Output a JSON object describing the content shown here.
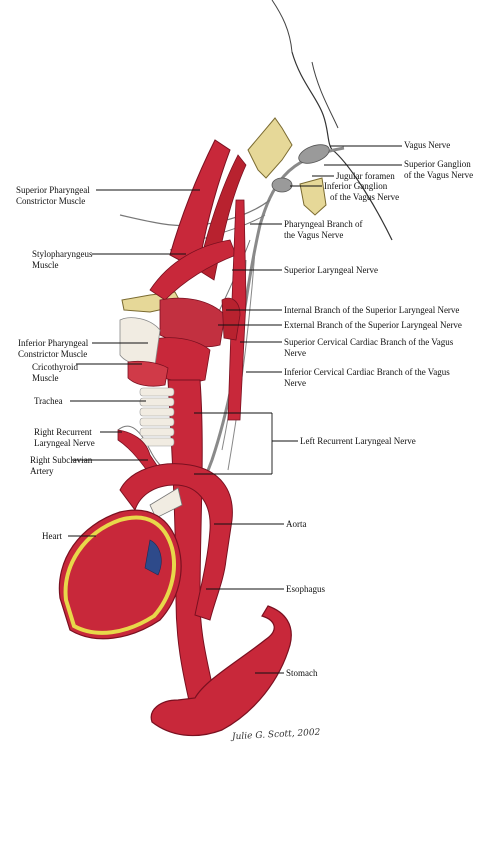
{
  "labels": {
    "vagus_nerve": "Vagus Nerve",
    "superior_ganglion": [
      "Superior Ganglion",
      "of the Vagus Nerve"
    ],
    "jugular_foramen": "Jugular foramen",
    "inferior_ganglion": [
      "Inferior Ganglion",
      "of the Vagus Nerve"
    ],
    "superior_pharyngeal": [
      "Superior Pharyngeal",
      "Constrictor Muscle"
    ],
    "pharyngeal_branch": [
      "Pharyngeal Branch of",
      "the Vagus Nerve"
    ],
    "stylopharyngeus": [
      "Stylopharyngeus",
      "Muscle"
    ],
    "superior_laryngeal": "Superior Laryngeal Nerve",
    "internal_branch": "Internal Branch of the Superior Laryngeal Nerve",
    "external_branch": "External Branch of the Superior Laryngeal Nerve",
    "inferior_pharyngeal": [
      "Inferior Pharyngeal",
      "Constrictor Muscle"
    ],
    "superior_cervical_cardiac": [
      "Superior Cervical  Cardiac Branch of the Vagus",
      "Nerve"
    ],
    "cricothyroid": [
      "Cricothyroid",
      "Muscle"
    ],
    "inferior_cervical_cardiac": [
      "Inferior Cervical Cardiac Branch of the Vagus",
      "Nerve"
    ],
    "trachea": "Trachea",
    "right_recurrent": [
      "Right Recurrent",
      "Laryngeal Nerve"
    ],
    "left_recurrent": "Left Recurrent Laryngeal Nerve",
    "right_subclavian": [
      "Right Subclavian",
      "Artery"
    ],
    "aorta": "Aorta",
    "heart": "Heart",
    "esophagus": "Esophagus",
    "stomach": "Stomach"
  },
  "signature": "Julie G. Scott, 2002",
  "colors": {
    "muscle": "#c8283a",
    "muscle_dark": "#8e1424",
    "bone": "#e6d898",
    "nerve": "#8a8a8a",
    "fat_yellow": "#e8d84a",
    "cartilage": "#f1ece2"
  }
}
